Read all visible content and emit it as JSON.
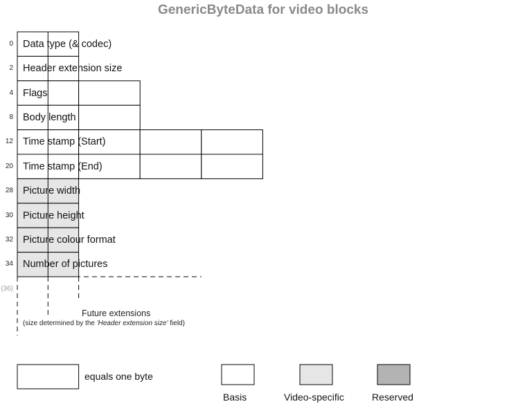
{
  "title": "GenericByteData for video blocks",
  "rows": [
    {
      "offset": "0",
      "label": "Data type (& codec)",
      "bytes": 2,
      "category": "basis"
    },
    {
      "offset": "2",
      "label": "Header extension size",
      "bytes": 2,
      "category": "basis"
    },
    {
      "offset": "4",
      "label": "Flags",
      "bytes": 4,
      "category": "basis"
    },
    {
      "offset": "8",
      "label": "Body length",
      "bytes": 4,
      "category": "basis"
    },
    {
      "offset": "12",
      "label": "Time stamp (Start)",
      "bytes": 8,
      "category": "basis"
    },
    {
      "offset": "20",
      "label": "Time stamp (End)",
      "bytes": 8,
      "category": "basis"
    },
    {
      "offset": "28",
      "label": "Picture width",
      "bytes": 2,
      "category": "video-specific"
    },
    {
      "offset": "30",
      "label": "Picture height",
      "bytes": 2,
      "category": "video-specific"
    },
    {
      "offset": "32",
      "label": "Picture colour format",
      "bytes": 2,
      "category": "video-specific"
    },
    {
      "offset": "34",
      "label": "Number of pictures",
      "bytes": 2,
      "category": "video-specific"
    }
  ],
  "future": {
    "offset": "(36)",
    "label": "Future extensions",
    "note_prefix": "(size determined by the ",
    "note_field": "'Header extension size'",
    "note_suffix": " field)"
  },
  "legend": {
    "byte_label": "equals one byte",
    "basis": "Basis",
    "video_specific": "Video-specific",
    "reserved": "Reserved"
  },
  "colors": {
    "basis": "#ffffff",
    "video-specific": "#e6e6e6",
    "reserved": "#b3b3b3",
    "stroke": "#000000",
    "title": "#8a8a8a"
  }
}
